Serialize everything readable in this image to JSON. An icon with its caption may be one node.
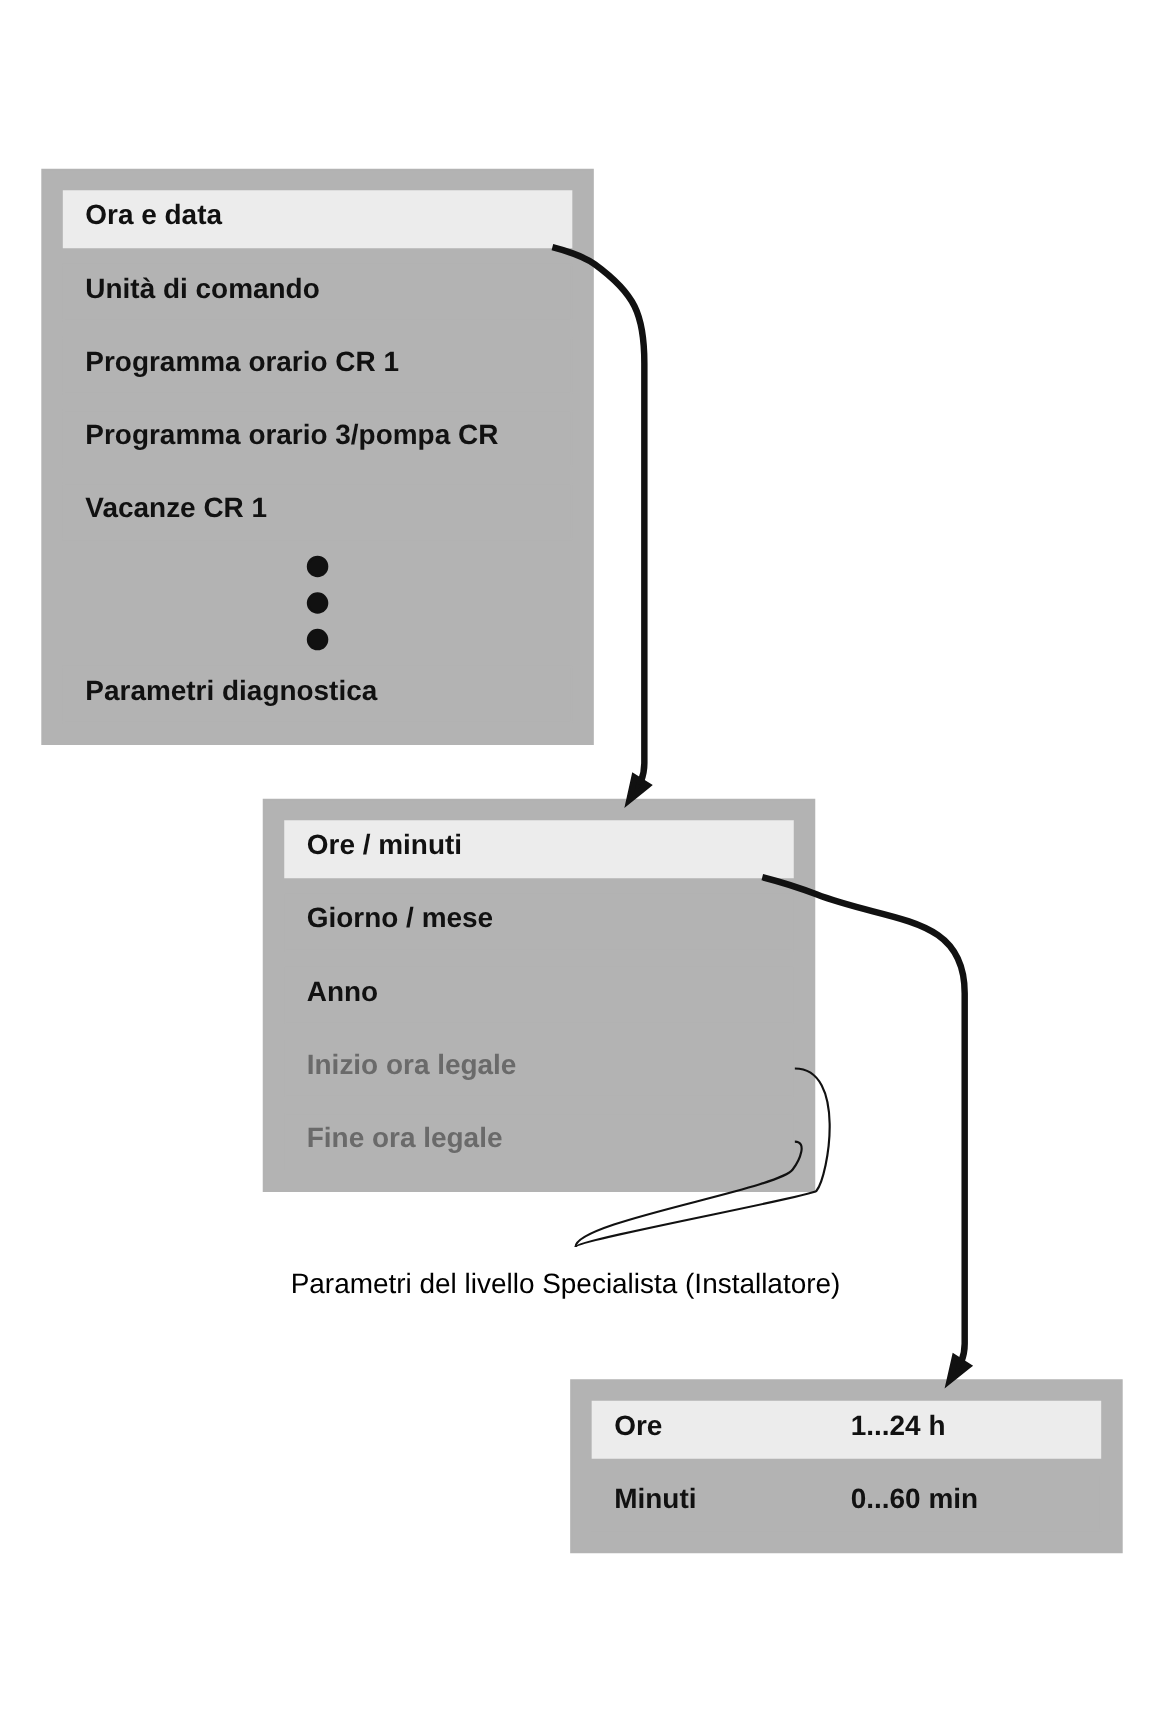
{
  "diagram": {
    "nodes": [
      {
        "text": [],
        "shape": "box"
      },
      {
        "text": [
          "Ora e data"
        ],
        "in": 0
      },
      {
        "text": [
          "Unità di comando"
        ],
        "in": 0
      },
      {
        "text": [
          "Programma orario CR 1"
        ],
        "in": 0
      },
      {
        "text": [
          "Programma orario 3/pompa CR"
        ],
        "in": 0
      },
      {
        "text": [
          "Vacanze CR 1"
        ],
        "in": 0
      },
      {
        "text": [],
        "shape": "circle",
        "in": 0
      },
      {
        "text": [],
        "shape": "circle",
        "in": 0
      },
      {
        "text": [],
        "shape": "circle",
        "in": 0
      },
      {
        "text": [
          "Parametri diagnostica"
        ],
        "in": 0
      },
      {
        "text": [],
        "shape": "box"
      },
      {
        "text": [
          "Ore / minuti"
        ],
        "in": 10
      },
      {
        "text": [
          "Giorno / mese"
        ],
        "in": 10
      },
      {
        "text": [
          "Anno"
        ],
        "in": 10
      },
      {
        "text": [
          "Inizio ora legale"
        ],
        "in": 10
      },
      {
        "text": [
          "Fine ora legale"
        ],
        "in": 10
      },
      {
        "text": [
          "Parametri del livello Specialista (Installatore)"
        ]
      },
      {
        "text": [],
        "shape": "box"
      },
      {
        "text": [
          "Ore",
          "1...24 h"
        ],
        "in": 17
      },
      {
        "text": [
          "Minuti",
          "0...60 min"
        ],
        "in": 17
      }
    ],
    "edges": [
      {
        "from": 1,
        "to": 10,
        "arrow": "to",
        "style": "thick"
      },
      {
        "from": 11,
        "to": 17,
        "arrow": "to",
        "style": "thick"
      },
      {
        "from": 16,
        "to": 14,
        "arrow": "none"
      },
      {
        "from": 16,
        "to": 15,
        "arrow": "none"
      }
    ]
  }
}
